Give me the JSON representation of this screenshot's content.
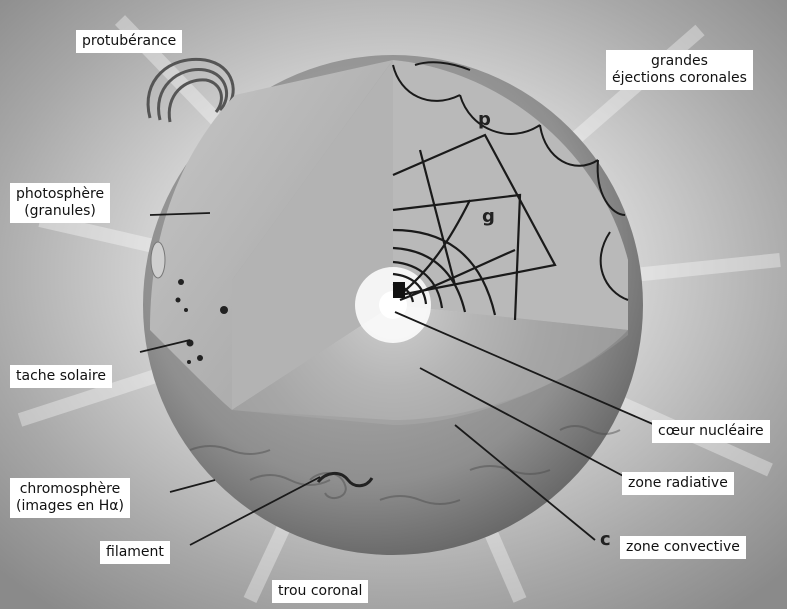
{
  "labels": {
    "protuberance": "protubérance",
    "ejections_line1": "grandes",
    "ejections_line2": "éjections coronales",
    "photosphere_line1": "photosphère",
    "photosphere_line2": "(granules)",
    "tache": "tache solaire",
    "chromosphere_line1": "chromosphère",
    "chromosphere_line2": "(images en Hα)",
    "filament": "filament",
    "trou": "trou coronal",
    "coeur": "cœur nucléaire",
    "radiative": "zone radiative",
    "convective": "zone convective"
  },
  "mode_letters": {
    "p": "p",
    "g": "g",
    "c": "c"
  },
  "colors": {
    "background": "#9a9a9a",
    "label_bg": "#ffffff",
    "core_glow": "#ffffff",
    "lines": "#1a1a1a"
  }
}
